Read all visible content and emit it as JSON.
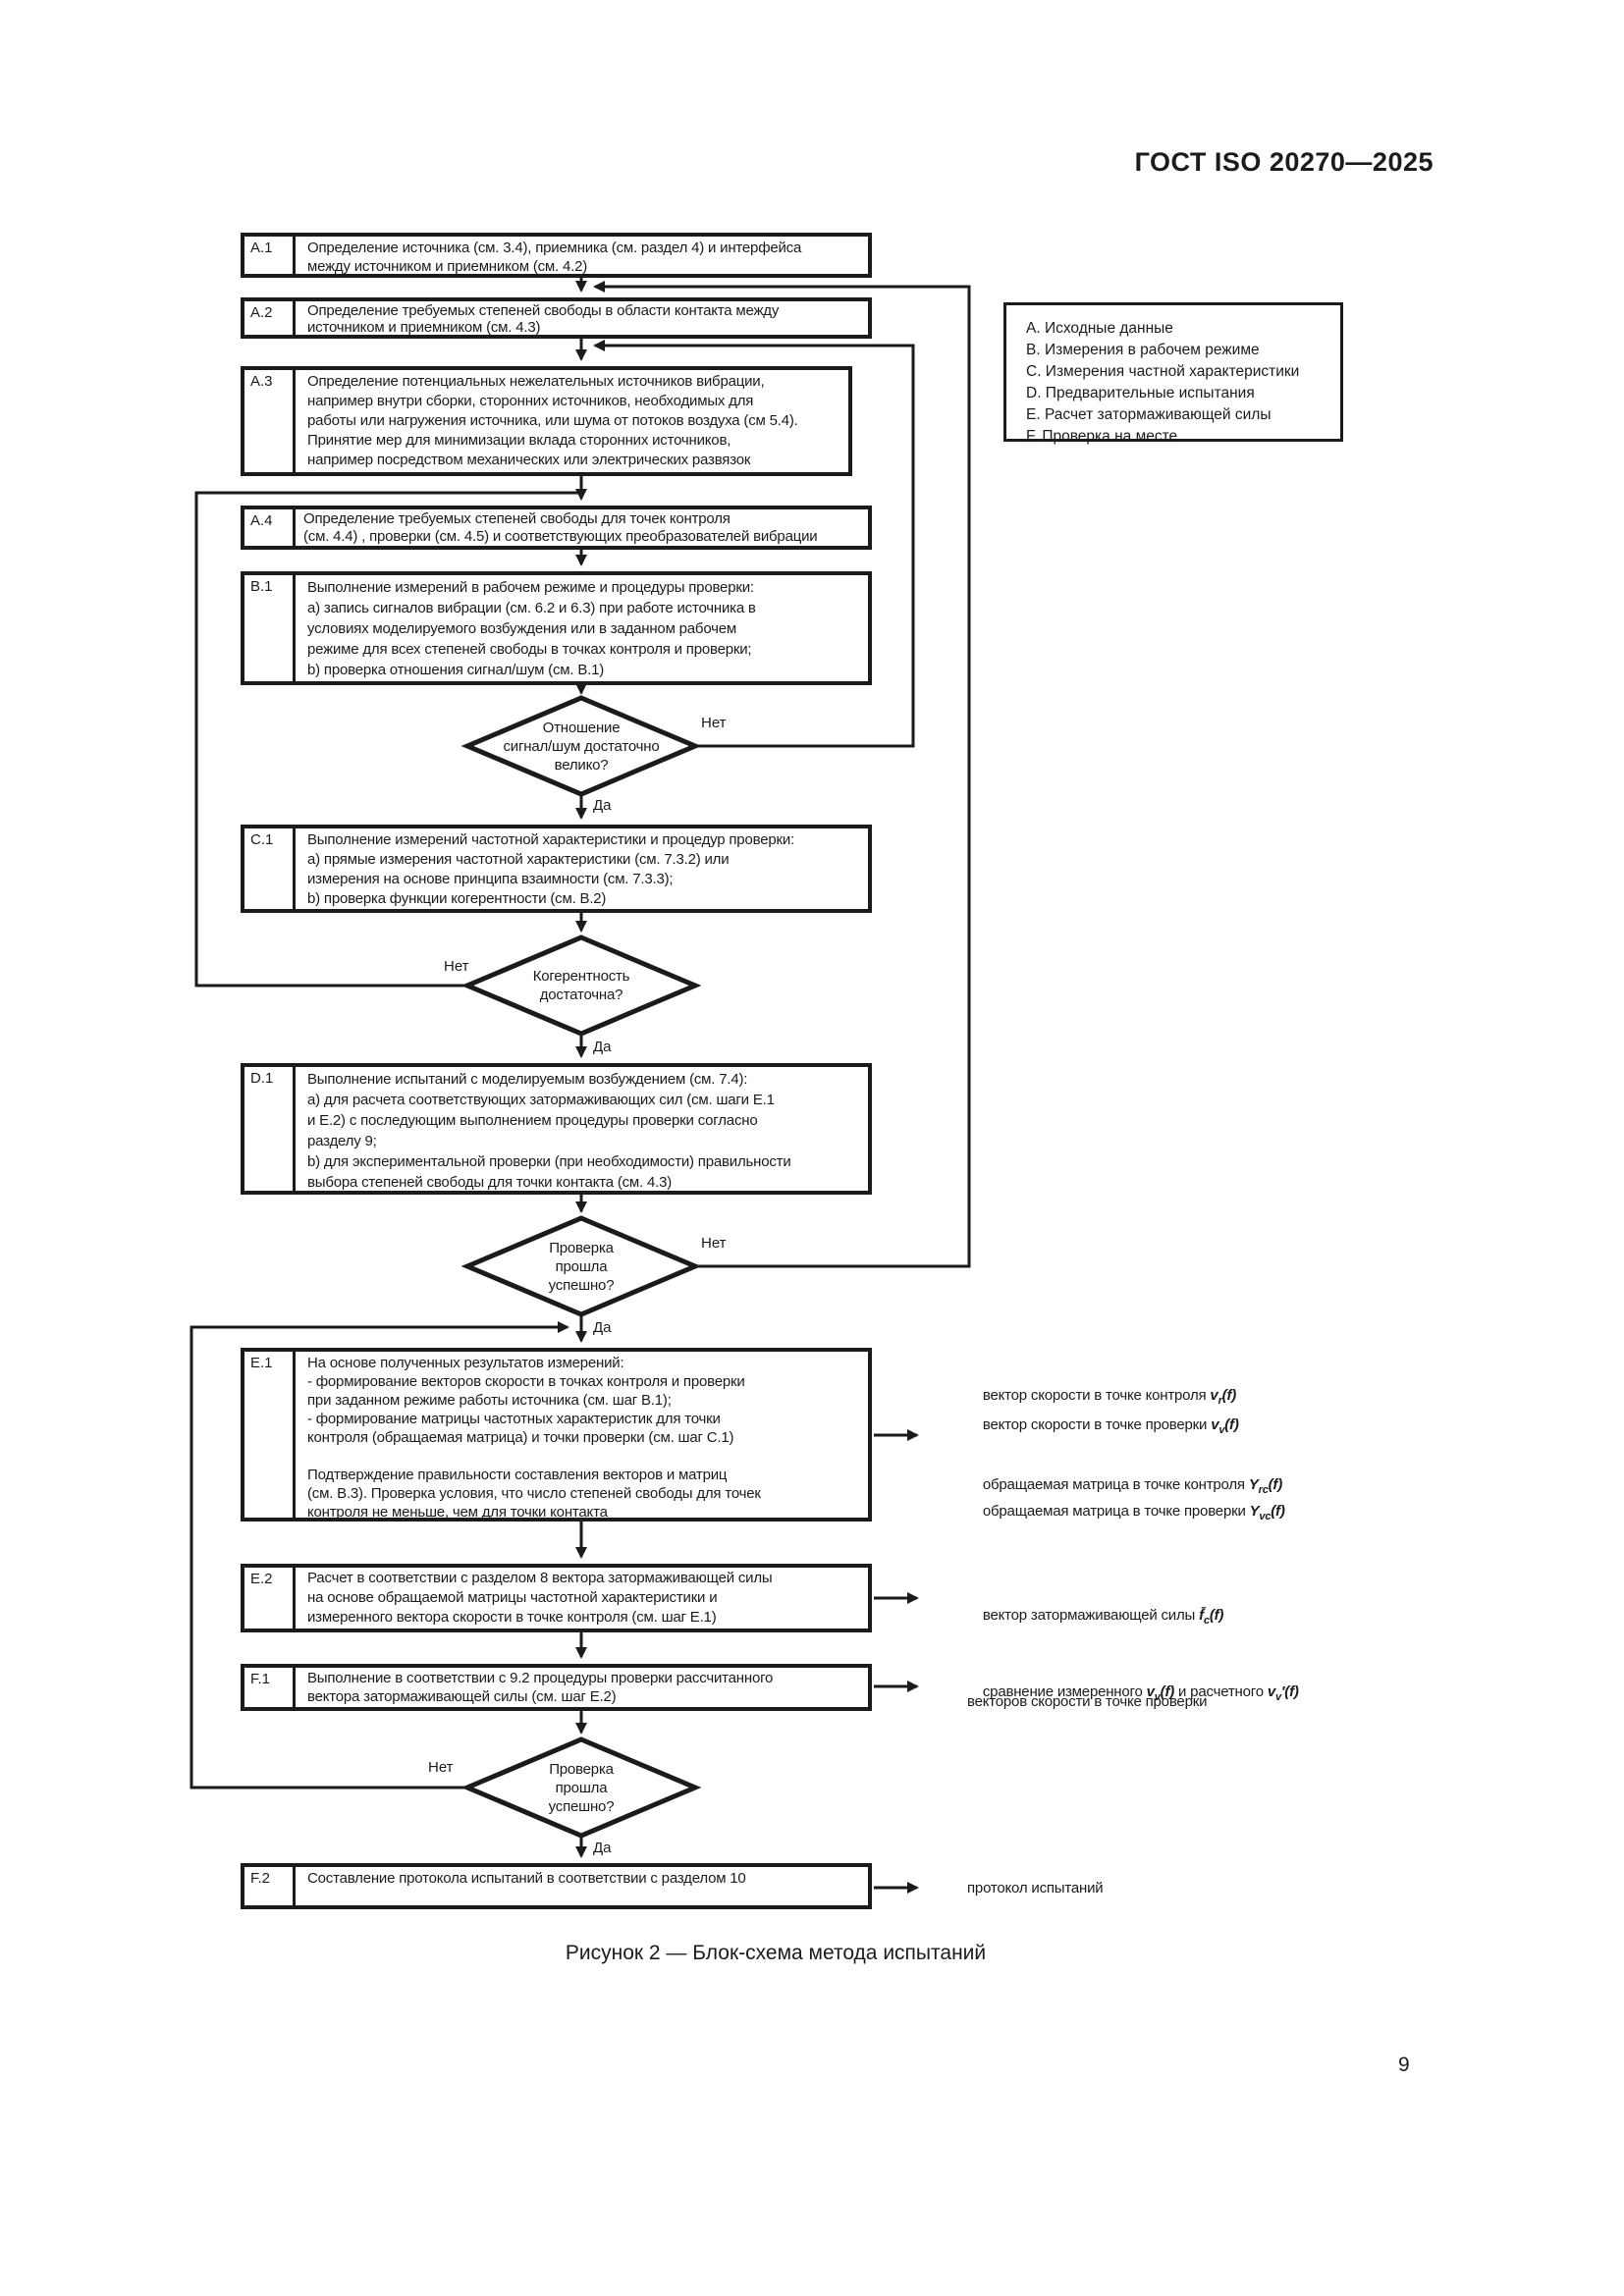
{
  "page": {
    "standard": "ГОСТ ISO 20270—2025",
    "caption": "Рисунок 2 — Блок-схема метода испытаний",
    "number": "9"
  },
  "legend": {
    "items": [
      "А. Исходные данные",
      "В. Измерения в рабочем режиме",
      "С. Измерения частной характеристики",
      "D. Предварительные испытания",
      "Е. Расчет затормаживающей силы",
      "F. Проверка на месте"
    ]
  },
  "steps": {
    "a1": {
      "label": "A.1",
      "text": "Определение источника (см. 3.4), приемника (см. раздел 4) и интерфейса\nмежду источником и приемником (см. 4.2)"
    },
    "a2": {
      "label": "A.2",
      "text": "Определение требуемых степеней свободы в области контакта между\nисточником и приемником (см. 4.3)"
    },
    "a3": {
      "label": "A.3",
      "text": "Определение потенциальных нежелательных источников вибрации,\nнапример внутри сборки, сторонних источников, необходимых для\nработы или нагружения источника, или шума от потоков воздуха (см 5.4).\nПринятие мер для минимизации вклада сторонних источников,\nнапример посредством механических или электрических развязок"
    },
    "a4": {
      "label": "A.4",
      "text": "Определение требуемых степеней свободы для точек контроля\n(см. 4.4) , проверки (см. 4.5) и соответствующих преобразователей вибрации"
    },
    "b1": {
      "label": "B.1",
      "text": "Выполнение измерений в рабочем режиме и процедуры проверки:\na) запись сигналов вибрации (см. 6.2 и 6.3) при работе источника в\nусловиях моделируемого возбуждения или в заданном рабочем\nрежиме для всех степеней свободы в точках контроля и проверки;\nb) проверка отношения сигнал/шум (см. В.1)"
    },
    "c1": {
      "label": "C.1",
      "text": "Выполнение измерений частотной характеристики и процедур проверки:\na) прямые измерения частотной характеристики (см. 7.3.2) или\nизмерения на основе принципа взаимности (см. 7.3.3);\nb) проверка функции когерентности (см. В.2)"
    },
    "d1": {
      "label": "D.1",
      "text": "Выполнение испытаний с моделируемым возбуждением (см. 7.4):\na) для расчета соответствующих затормаживающих сил (см. шаги Е.1\nи Е.2) с последующим выполнением процедуры проверки согласно\nразделу 9;\nb) для экспериментальной проверки (при необходимости) правильности\nвыбора степеней свободы для точки контакта (см. 4.3)"
    },
    "e1": {
      "label": "E.1",
      "text": "На основе полученных результатов измерений:\n- формирование векторов скорости в точках контроля и проверки\nпри заданном режиме работы источника (см. шаг В.1);\n- формирование матрицы частотных характеристик для точки\nконтроля (обращаемая матрица) и точки проверки (см. шаг С.1)\n\nПодтверждение правильности составления векторов и матриц\n(см. В.3). Проверка условия, что число степеней свободы для точек\nконтроля не меньше, чем для точки контакта"
    },
    "e2": {
      "label": "E.2",
      "text": "Расчет в соответствии с разделом 8 вектора затормаживающей силы\nна основе обращаемой матрицы частотной характеристики и\nизмеренного вектора скорости в точке контроля (см. шаг Е.1)"
    },
    "f1": {
      "label": "F.1",
      "text": "Выполнение в соответствии с 9.2 процедуры проверки рассчитанного\nвектора затормаживающей силы (см. шаг Е.2)"
    },
    "f2": {
      "label": "F.2",
      "text": "Составление протокола испытаний в соответствии с разделом 10"
    }
  },
  "decisions": {
    "d1": {
      "text": "Отношение\nсигнал/шум достаточно\nвелико?",
      "yes": "Да",
      "no": "Нет"
    },
    "d2": {
      "text": "Когерентность\nдостаточна?",
      "yes": "Да",
      "no": "Нет"
    },
    "d3": {
      "text": "Проверка\nпрошла\nуспешно?",
      "yes": "Да",
      "no": "Нет"
    },
    "d4": {
      "text": "Проверка\nпрошла\nуспешно?",
      "yes": "Да",
      "no": "Нет"
    }
  },
  "annotations": {
    "vr": {
      "text": "вектор скорости в точке контроля ",
      "sym": "v",
      "sub": "r",
      "arg": "(f)"
    },
    "vv": {
      "text": "вектор скорости в точке проверки ",
      "sym": "v",
      "sub": "v",
      "arg": "(f)"
    },
    "yrc": {
      "text": "обращаемая матрица в точке контроля ",
      "sym": "Y",
      "sub": "rc",
      "arg": "(f)"
    },
    "yvc": {
      "text": "обращаемая матрица в точке проверки ",
      "sym": "Y",
      "sub": "vc",
      "arg": "(f)"
    },
    "fc": {
      "text": "вектор затормаживающей силы ",
      "sym": "f̄",
      "sub": "c",
      "arg": "(f)"
    },
    "cmp": {
      "t1": "сравнение измеренного ",
      "s1": "v",
      "b1": "v",
      "a1": "(f)",
      "t2": " и расчетного ",
      "s2": "v",
      "b2": "v",
      "a2": "′(f)",
      "t3": "векторов скорости в точке проверки"
    },
    "protocol": {
      "text": "протокол испытаний"
    }
  },
  "colors": {
    "ink": "#1b1b1b",
    "paper": "#ffffff"
  }
}
